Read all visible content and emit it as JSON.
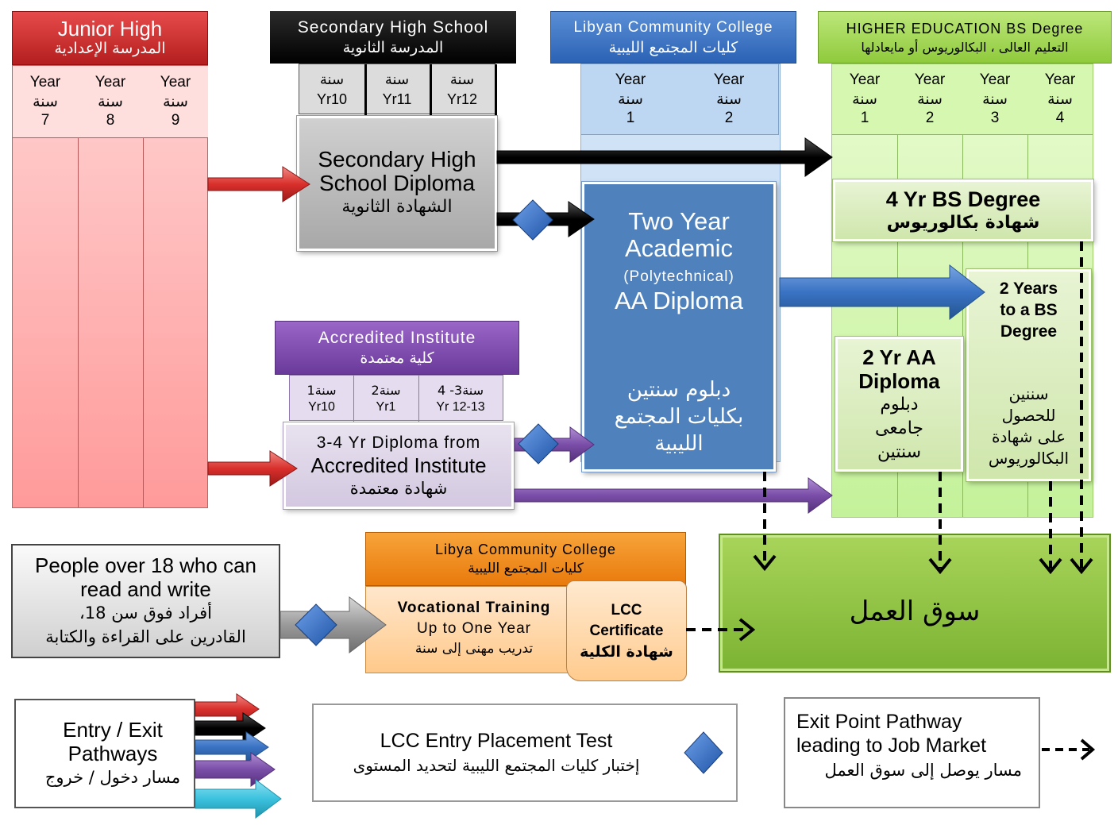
{
  "junior_high": {
    "title_en": "Junior High",
    "title_ar": "المدرسة الإعدادية",
    "years": [
      {
        "en": "Year",
        "ar": "سنة",
        "num": "7"
      },
      {
        "en": "Year",
        "ar": "سنة",
        "num": "8"
      },
      {
        "en": "Year",
        "ar": "سنة",
        "num": "9"
      }
    ]
  },
  "secondary": {
    "title_en": "Secondary High School",
    "title_ar": "المدرسة الثانوية",
    "years": [
      {
        "ar": "سنة",
        "en": "Yr10"
      },
      {
        "ar": "سنة",
        "en": "Yr11"
      },
      {
        "ar": "سنة",
        "en": "Yr12"
      }
    ],
    "diploma_line1": "Secondary High",
    "diploma_line2": "School Diploma",
    "diploma_ar": "الشهادة الثانوية"
  },
  "lcc": {
    "title_en": "Libyan Community College",
    "title_ar": "كليات المجتمع الليبية",
    "years": [
      {
        "en": "Year",
        "ar": "سنة",
        "num": "1"
      },
      {
        "en": "Year",
        "ar": "سنة",
        "num": "2"
      }
    ],
    "main_line1": "Two Year",
    "main_line2": "Academic",
    "main_line3": "(Polytechnical)",
    "main_line4": "AA Diploma",
    "main_ar1": "دبلوم سنتين",
    "main_ar2": "بكليات المجتمع",
    "main_ar3": "الليبية"
  },
  "higher_ed": {
    "title_en": "HIGHER EDUCATION BS Degree",
    "title_ar": "التعليم العالى ، البكالوريوس أو مايعادلها",
    "years": [
      {
        "en": "Year",
        "ar": "سنة",
        "num": "1"
      },
      {
        "en": "Year",
        "ar": "سنة",
        "num": "2"
      },
      {
        "en": "Year",
        "ar": "سنة",
        "num": "3"
      },
      {
        "en": "Year",
        "ar": "سنة",
        "num": "4"
      }
    ],
    "bs4_en": "4 Yr BS Degree",
    "bs4_ar": "شهادة بكالوريوس",
    "bs2_line1": "2 Years",
    "bs2_line2": "to a BS",
    "bs2_line3": "Degree",
    "bs2_ar1": "سننين",
    "bs2_ar2": "للحصول",
    "bs2_ar3": "على شهادة",
    "bs2_ar4": "البكالوريوس",
    "aa2_line1": "2 Yr AA",
    "aa2_line2": "Diploma",
    "aa2_ar1": "دبلوم",
    "aa2_ar2": "جامعى",
    "aa2_ar3": "سنتين"
  },
  "accredited": {
    "title_en": "Accredited Institute",
    "title_ar": "كلية معتمدة",
    "years": [
      {
        "ar": "سنة1",
        "en": "Yr10"
      },
      {
        "ar": "سنة2",
        "en": "Yr1"
      },
      {
        "ar": "سنة3- 4",
        "en": "Yr 12-13"
      }
    ],
    "diploma_line1": "3-4 Yr Diploma  from",
    "diploma_line2": "Accredited Institute",
    "diploma_ar": "شهادة  معتمدة"
  },
  "job_market": {
    "label_ar": "سوق العمل"
  },
  "people": {
    "line1": "People over 18 who can",
    "line2": "read and write",
    "ar1": "أفراد فوق سن 18،",
    "ar2": "القادرين على القراءة والكتابة"
  },
  "vocational": {
    "title_en": "Libya Community College",
    "title_ar": "كليات المجتمع الليبية",
    "training_line1": "Vocational  Training",
    "training_line2": "Up to One Year",
    "training_ar": "تدريب مهنى إلى سنة",
    "cert_line1": "LCC",
    "cert_line2": "Certificate",
    "cert_ar": "شهادة الكلية"
  },
  "legend": {
    "pathways_line1": "Entry / Exit",
    "pathways_line2": "Pathways",
    "pathways_ar": "مسار دخول / خروج",
    "test_en": "LCC Entry Placement Test",
    "test_ar": "إختبار كليات المجتمع الليبية لتحديد المستوى",
    "exit_line1": "Exit Point Pathway",
    "exit_line2": "leading to Job Market",
    "exit_ar": "مسار يوصل إلى سوق العمل"
  },
  "colors": {
    "red": "#d9302c",
    "black": "#000000",
    "blue": "#3a73c4",
    "purple": "#7a4ea8",
    "gray": "#8c8c8c",
    "cyan": "#3cc2de",
    "diamond": "#2e6cc6",
    "green": "#8cc63f",
    "orange": "#f39a2b"
  }
}
